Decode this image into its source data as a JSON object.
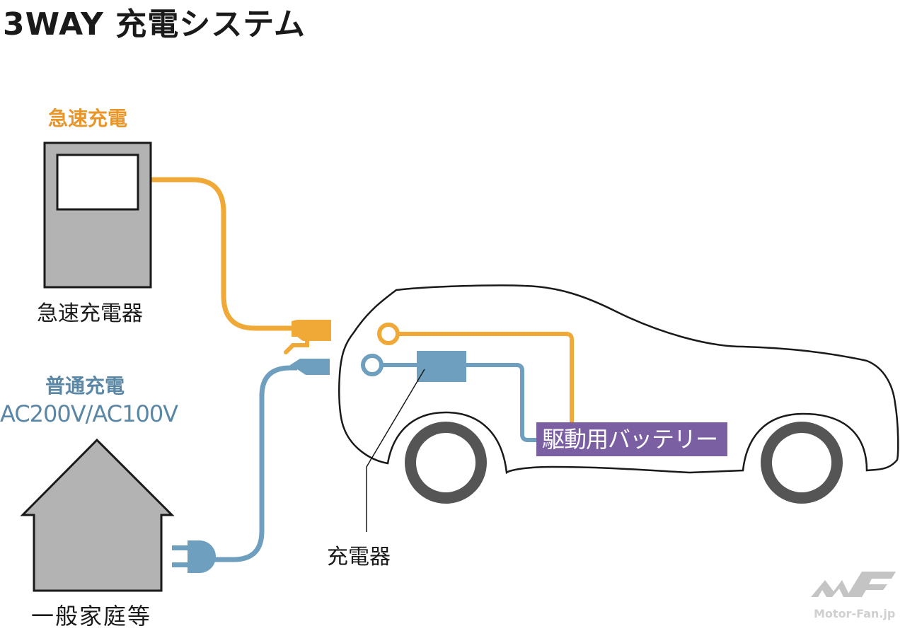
{
  "title": "3WAY 充電システム",
  "labels": {
    "fast_charging": "急速充電",
    "fast_charger": "急速充電器",
    "normal_charging": "普通充電",
    "voltage": "AC200V/AC100V",
    "home": "一般家庭等",
    "onboard_charger": "充電器",
    "drive_battery": "駆動用バッテリー"
  },
  "colors": {
    "fast": "#f0a836",
    "normal": "#6f9fbf",
    "battery": "#7a5fa3",
    "station_fill": "#b3b3b3",
    "house_fill": "#b3b3b3",
    "tire": "#555555",
    "outline": "#1a1a1a"
  },
  "icons": {
    "fast_station": "charging-station-icon",
    "house": "house-icon",
    "plug": "ac-plug-icon",
    "car": "suv-car-icon"
  },
  "watermark": {
    "logo": "MF",
    "text": "Motor-Fan.jp"
  }
}
